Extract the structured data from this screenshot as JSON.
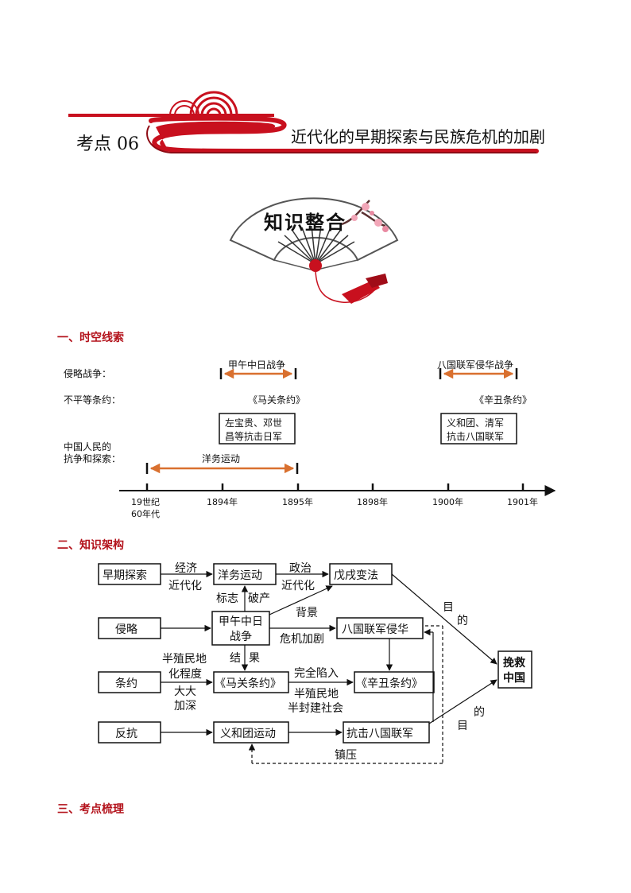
{
  "header": {
    "label": "考点 06",
    "title": "近代化的早期探索与民族危机的加剧",
    "accent_color": "#c8101e"
  },
  "banner": {
    "text": "知识整合"
  },
  "section1": {
    "title": "一、时空线索",
    "row_labels": {
      "war": "侵略战争：",
      "treaty": "不平等条约：",
      "people_line1": "中国人民的",
      "people_line2": "抗争和探索："
    },
    "events": {
      "war1": "甲午中日战争",
      "war2": "八国联军侵华战争",
      "treaty1": "《马关条约》",
      "treaty2": "《辛丑条约》",
      "box1_line1": "左宝贵、邓世",
      "box1_line2": "昌等抗击日军",
      "box2_line1": "义和团、清军",
      "box2_line2": "抗击八国联军",
      "movement": "洋务运动"
    },
    "timeline": {
      "t0_line1": "19世纪",
      "t0_line2": "60年代",
      "t1": "1894年",
      "t2": "1895年",
      "t3": "1898年",
      "t4": "1900年",
      "t5": "1901年"
    },
    "arrow_color": "#d9702f"
  },
  "section2": {
    "title": "二、知识架构",
    "boxes": {
      "early": "早期探索",
      "westernization": "洋务运动",
      "reform": "戊戌变法",
      "invasion": "侵略",
      "war": "甲午中日",
      "war2": "战争",
      "eight_nation": "八国联军侵华",
      "treaty": "条约",
      "maguan": "《马关条约》",
      "xinchou": "《辛丑条约》",
      "resist": "反抗",
      "boxer": "义和团运动",
      "fight": "抗击八国联军",
      "save1": "挽救",
      "save2": "中国"
    },
    "labels": {
      "econ1": "经济",
      "econ2": "近代化",
      "pol1": "政治",
      "pol2": "近代化",
      "mark": "标志",
      "bankrupt": "破产",
      "background": "背景",
      "crisis": "危机加剧",
      "result1": "结",
      "result2": "果",
      "semi1": "半殖民地",
      "semi2": "化程度",
      "deep1": "大大",
      "deep2": "加深",
      "complete": "完全陷入",
      "society1": "半殖民地",
      "society2": "半封建社会",
      "goal1": "目",
      "goal2": "的",
      "goal3": "的",
      "goal4": "目",
      "suppress": "镇压"
    }
  },
  "section3": {
    "title": "三、考点梳理"
  }
}
